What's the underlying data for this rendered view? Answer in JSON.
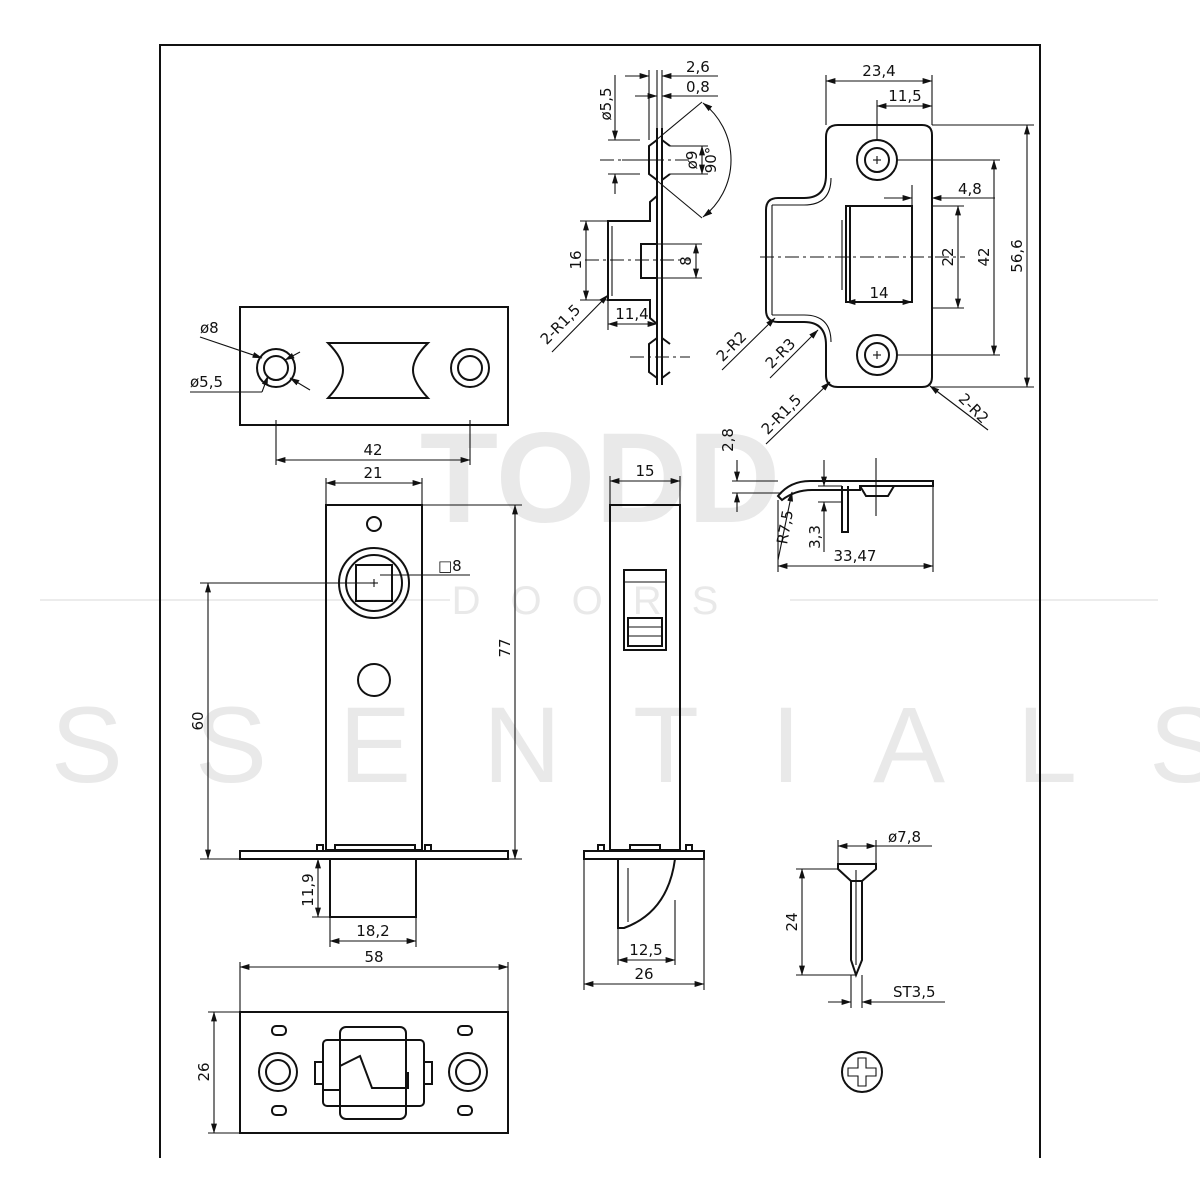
{
  "watermark": {
    "brand": "TODD",
    "sub": "DOORS",
    "main": "ESSENTIALS"
  },
  "faceplate_top": {
    "dim_hole_outer": "ø8",
    "dim_hole_inner": "ø5,5",
    "dim_hole_spacing": "42"
  },
  "latch_front": {
    "dim_width": "21",
    "dim_spindle": "□8",
    "dim_height": "77",
    "dim_backset": "60",
    "dim_bolt_proj": "11,9",
    "dim_bolt_width": "18,2"
  },
  "faceplate_bottom": {
    "dim_length": "58",
    "dim_height": "26"
  },
  "latch_side": {
    "dim_case_width": "15",
    "dim_bolt": "12,5",
    "dim_plate": "26"
  },
  "strike_section": {
    "dim_thickness": "2,6",
    "dim_sheet": "0,8",
    "dim_csk_hole": "ø5,5",
    "dim_csk_dia": "ø9",
    "dim_csk_angle": "90°",
    "dim_box_height": "16",
    "dim_box_inner": "8",
    "dim_radius": "2-R1,5",
    "dim_depth": "11,4"
  },
  "strike_plate": {
    "dim_width": "23,4",
    "dim_hole_offset": "11,5",
    "dim_edge": "4,8",
    "dim_opening": "22",
    "dim_hole_spacing": "42",
    "dim_height": "56,6",
    "dim_box_width": "14",
    "dim_r2_left": "2-R2",
    "dim_r3": "2-R3",
    "dim_r15": "2-R1,5",
    "dim_r2_right": "2-R2"
  },
  "strike_profile": {
    "dim_thickness": "2,8",
    "dim_radius": "R7,5",
    "dim_depth": "3,3",
    "dim_length": "33,47"
  },
  "screw": {
    "dim_head": "ø7,8",
    "dim_length": "24",
    "dim_thread": "ST3,5"
  },
  "screw_head": {
    "icon": "phillips-head-icon"
  }
}
